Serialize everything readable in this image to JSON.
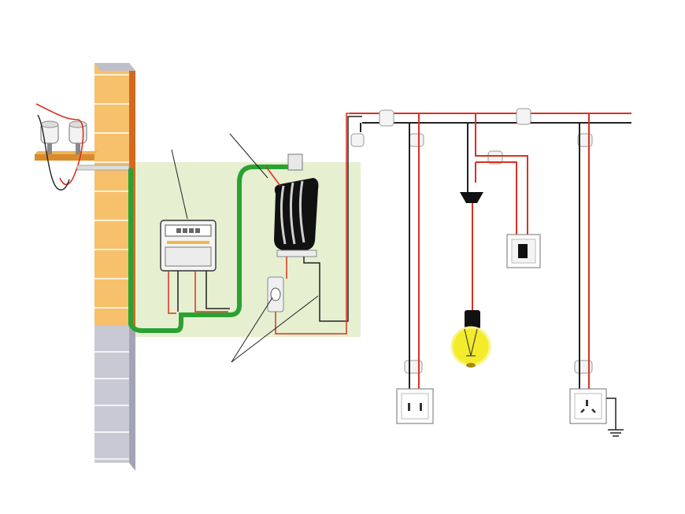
{
  "diagram": {
    "kind": "household-wiring-illustration",
    "colors": {
      "wall_face": "#f7c06a",
      "wall_side": "#d2691e",
      "foundation": "#c9c9d6",
      "panel_bg": "#e6efd0",
      "ground_wire": "#2aa232",
      "live_wire": "#d8321f",
      "neutral_wire": "#222222",
      "bulb_glass": "#f4ec2a",
      "shelf": "#d98b2b"
    },
    "components": [
      {
        "id": "pole-insulators",
        "icon": "insulator-icon"
      },
      {
        "id": "meter",
        "icon": "electric-meter-icon"
      },
      {
        "id": "main-switch",
        "icon": "knife-switch-icon"
      },
      {
        "id": "fuse",
        "icon": "fuse-icon"
      },
      {
        "id": "wall-switch",
        "icon": "wall-switch-icon"
      },
      {
        "id": "lamp",
        "icon": "light-bulb-icon"
      },
      {
        "id": "two-pin-socket",
        "icon": "socket-icon"
      },
      {
        "id": "three-pin-socket",
        "icon": "socket-icon"
      },
      {
        "id": "ground",
        "icon": "ground-icon"
      }
    ]
  }
}
